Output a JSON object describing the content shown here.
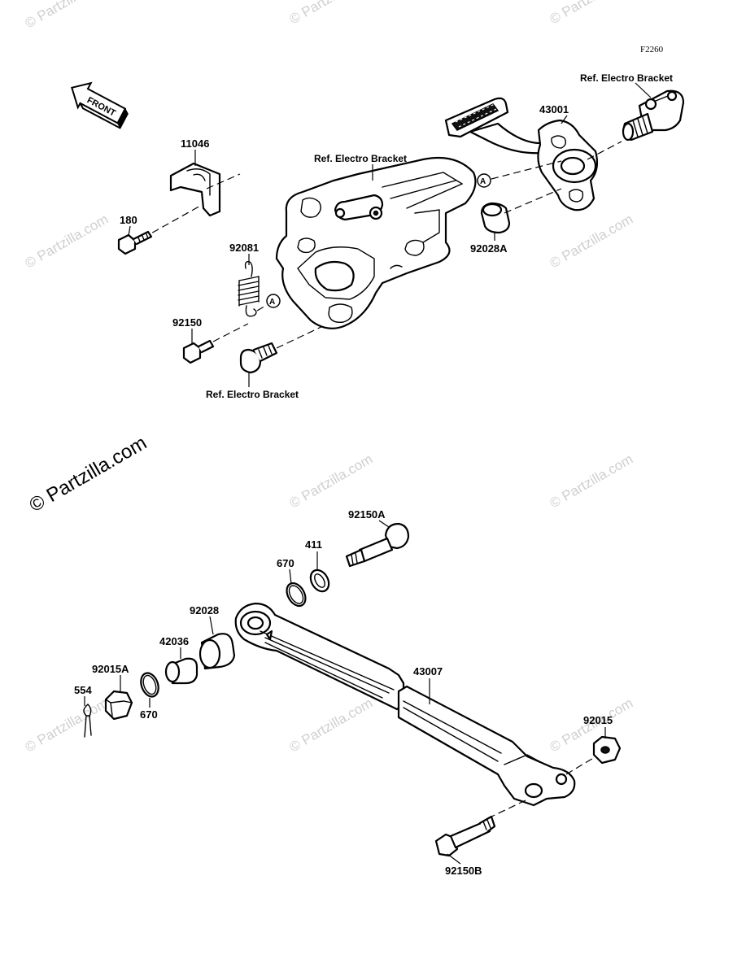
{
  "diagram_code": "F2260",
  "front_label": "FRONT",
  "callout_symbol": "A",
  "watermark": {
    "text": "© Partzilla.com"
  },
  "reference_labels": {
    "top_right": "Ref. Electro Bracket",
    "center": "Ref. Electro Bracket",
    "bottom": "Ref. Electro Bracket"
  },
  "parts": {
    "p11046": "11046",
    "p180": "180",
    "p92081": "92081",
    "p92150": "92150",
    "p43001": "43001",
    "p92028A": "92028A",
    "p92150A": "92150A",
    "p411": "411",
    "p670_top": "670",
    "p92028": "92028",
    "p42036": "42036",
    "p92015A": "92015A",
    "p554": "554",
    "p670_bottom": "670",
    "p43007": "43007",
    "p92015": "92015",
    "p92150B": "92150B"
  }
}
